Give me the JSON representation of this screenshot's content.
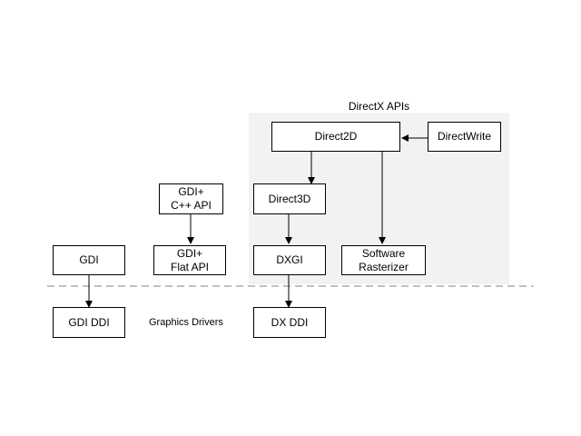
{
  "group": {
    "title": "DirectX APIs"
  },
  "boxes": {
    "direct2d": "Direct2D",
    "directwrite": "DirectWrite",
    "gdiplus_cpp": "GDI+\nC++ API",
    "direct3d": "Direct3D",
    "gdi": "GDI",
    "gdiplus_flat": "GDI+\nFlat API",
    "dxgi": "DXGI",
    "software_rasterizer": "Software\nRasterizer",
    "gdi_ddi": "GDI DDI",
    "dx_ddi": "DX DDI"
  },
  "driver_label": "Graphics Drivers",
  "colors": {
    "panel": "#f2f2f2",
    "line": "#000000",
    "divider": "#808080"
  }
}
